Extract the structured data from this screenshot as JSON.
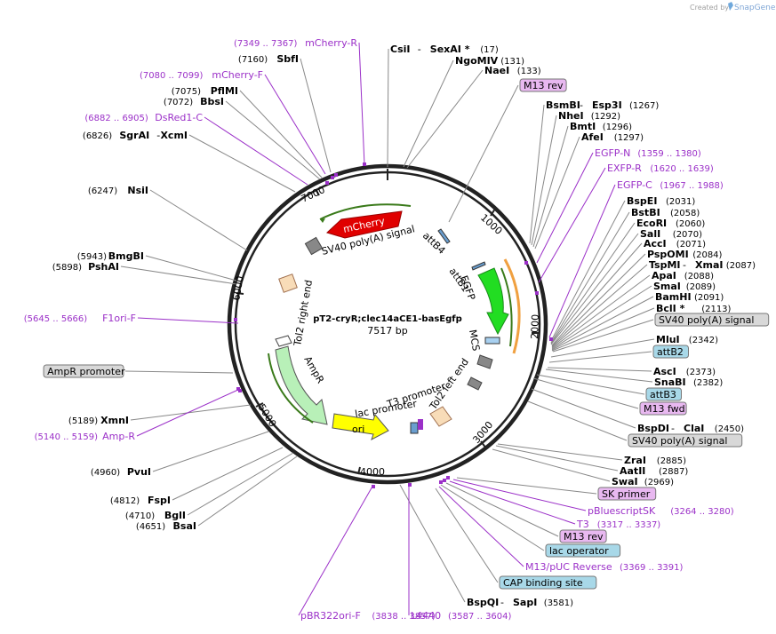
{
  "credit": {
    "prefix": "Created by",
    "brand": "SnapGene"
  },
  "plasmid": {
    "name": "pT2-cryR;clec14aCE1-basEgfp",
    "length_label": "7517 bp"
  },
  "ticks": [
    "1000",
    "2000",
    "3000",
    "4000",
    "5000",
    "6000",
    "7000"
  ],
  "inner_features": {
    "mCherry": "mCherry",
    "sv40_top": "SV40 poly(A) signal",
    "attB4": "attB4",
    "attB1": "attB1",
    "EGFP": "EGFP",
    "MCS": "MCS",
    "tol2_left": "Tol2 left end",
    "t3": "T3 promoter",
    "lac": "lac promoter",
    "ori": "ori",
    "AmpR": "AmpR",
    "tol2_right": "Tol2 right end"
  },
  "right_labels": [
    {
      "name": "CsiI",
      "sep": " - ",
      "name2": "SexAI *",
      "pos": "(17)"
    },
    {
      "name": "NgoMIV",
      "pos": "(131)"
    },
    {
      "name": "NaeI",
      "pos": "(133)"
    },
    {
      "box": "M13 rev"
    },
    {
      "name": "BsmBI",
      "sep": " - ",
      "name2": "Esp3I",
      "pos": "(1267)"
    },
    {
      "name": "NheI",
      "pos": "(1292)"
    },
    {
      "name": "BmtI",
      "pos": "(1296)"
    },
    {
      "name": "AfeI",
      "pos": "(1297)"
    },
    {
      "primer": "EGFP-N",
      "pos": "(1359 .. 1380)"
    },
    {
      "primer": "EXFP-R",
      "pos": "(1620 .. 1639)"
    },
    {
      "primer": "EGFP-C",
      "pos": "(1967 .. 1988)"
    },
    {
      "name": "BspEI",
      "pos": "(2031)"
    },
    {
      "name": "BstBI",
      "pos": "(2058)"
    },
    {
      "name": "EcoRI",
      "pos": "(2060)"
    },
    {
      "name": "SalI",
      "pos": "(2070)"
    },
    {
      "name": "AccI",
      "pos": "(2071)"
    },
    {
      "name": "PspOMI",
      "pos": "(2084)"
    },
    {
      "name": "TspMI",
      "sep": " - ",
      "name2": "XmaI",
      "pos": "(2087)"
    },
    {
      "name": "ApaI",
      "pos": "(2088)"
    },
    {
      "name": "SmaI",
      "pos": "(2089)"
    },
    {
      "name": "BamHI",
      "pos": "(2091)"
    },
    {
      "name": "BclI *",
      "pos": "(2113)"
    },
    {
      "box": "SV40 poly(A) signal"
    },
    {
      "name": "MluI",
      "pos": "(2342)"
    },
    {
      "box": "attB2"
    },
    {
      "name": "AscI",
      "pos": "(2373)"
    },
    {
      "name": "SnaBI",
      "pos": "(2382)"
    },
    {
      "box": "attB3"
    },
    {
      "box": "M13 fwd"
    },
    {
      "name": "BspDI",
      "sep": " - ",
      "name2": "ClaI",
      "pos": "(2450)"
    },
    {
      "box": "SV40 poly(A) signal"
    },
    {
      "name": "ZraI",
      "pos": "(2885)"
    },
    {
      "name": "AatII",
      "pos": "(2887)"
    },
    {
      "name": "SwaI",
      "pos": "(2969)"
    },
    {
      "box": "SK primer"
    },
    {
      "primer": "pBluescriptSK",
      "pos": "(3264 .. 3280)"
    },
    {
      "primer": "T3",
      "pos": "(3317 .. 3337)"
    },
    {
      "box": "M13 rev"
    },
    {
      "box": "lac operator"
    },
    {
      "primer": "M13/pUC Reverse",
      "pos": "(3369 .. 3391)"
    },
    {
      "box": "CAP binding site"
    },
    {
      "name": "BspQI",
      "sep": " - ",
      "name2": "SapI",
      "pos": "(3581)"
    },
    {
      "primer": "L4440",
      "pos": "(3587 .. 3604)"
    },
    {
      "primer": "pBR322ori-F",
      "pos": "(3838 .. 3857)"
    }
  ],
  "left_labels": [
    {
      "pos": "(7349 .. 7367)",
      "primer": "mCherry-R"
    },
    {
      "pos": "(7160)",
      "name": "SbfI"
    },
    {
      "pos": "(7080 .. 7099)",
      "primer": "mCherry-F"
    },
    {
      "pos": "(7075)",
      "name": "PflMI"
    },
    {
      "pos": "(7072)",
      "name": "BbsI"
    },
    {
      "pos": "(6882 .. 6905)",
      "primer": "DsRed1-C"
    },
    {
      "pos": "(6826)",
      "name": "SgrAI",
      "sep": " - ",
      "name2": "XcmI"
    },
    {
      "pos": "(6247)",
      "name": "NsiI"
    },
    {
      "pos": "(5943)",
      "name": "BmgBI"
    },
    {
      "pos": "(5898)",
      "name": "PshAI"
    },
    {
      "pos": "(5645 .. 5666)",
      "primer": "F1ori-F"
    },
    {
      "box": "AmpR promoter"
    },
    {
      "pos": "(5189)",
      "name": "XmnI"
    },
    {
      "pos": "(5140 .. 5159)",
      "primer": "Amp-R"
    },
    {
      "pos": "(4960)",
      "name": "PvuI"
    },
    {
      "pos": "(4812)",
      "name": "FspI"
    },
    {
      "pos": "(4710)",
      "name": "BglI"
    },
    {
      "pos": "(4651)",
      "name": "BsaI"
    }
  ],
  "colors": {
    "backbone": "#222222",
    "primer": "#9b30c8",
    "mCherry": "#e00000",
    "EGFP": "#22dd22",
    "AmpR": "#b8f0b8",
    "ori": "#ffff00",
    "box_gray": "#d8d8d8",
    "box_blue": "#a8d8e8",
    "box_purple": "#e8b8f0"
  }
}
